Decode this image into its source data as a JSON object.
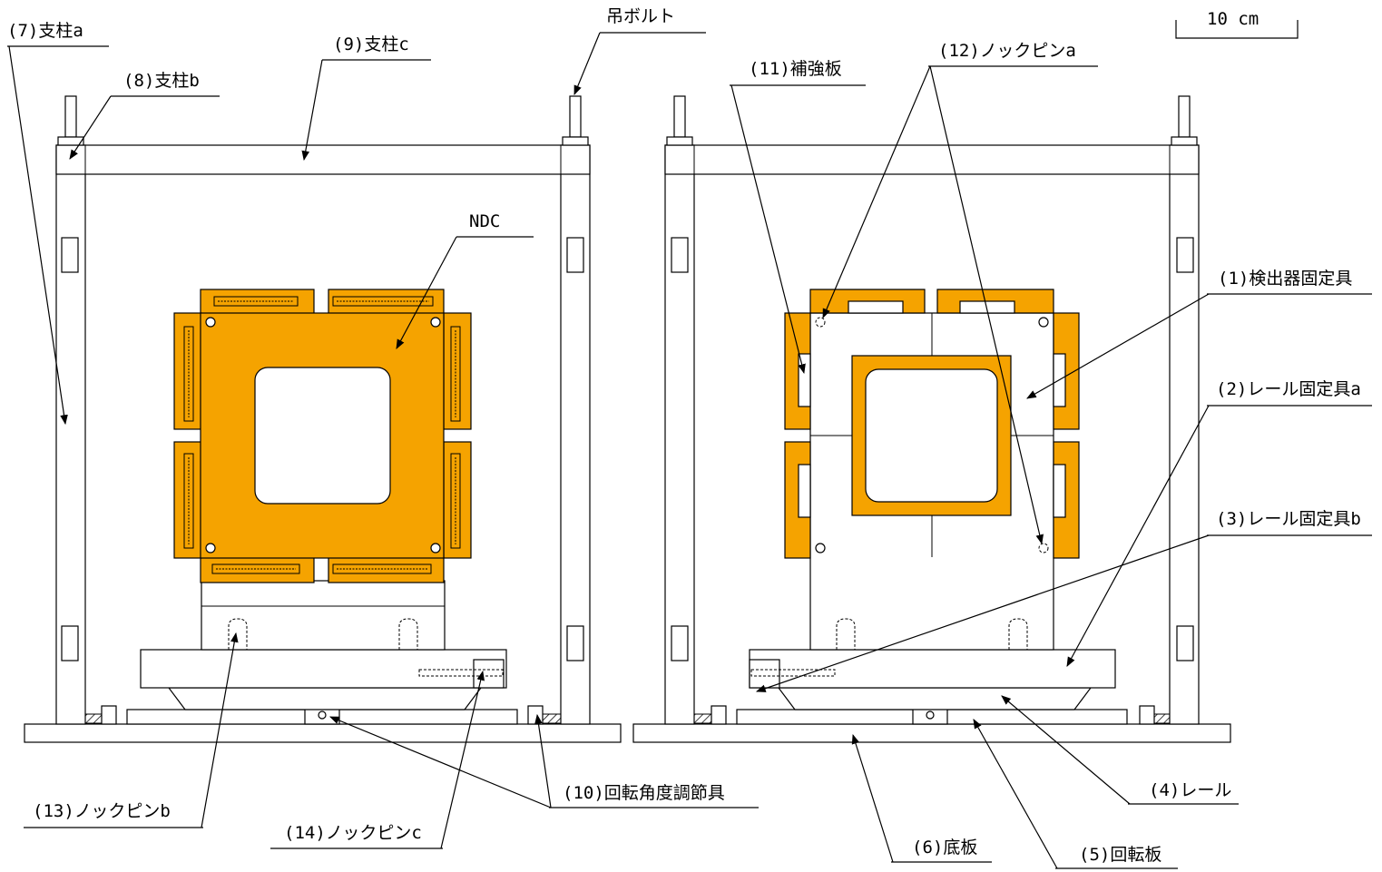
{
  "scale_label": "10 cm",
  "labels": {
    "post_a": "(7)支柱a",
    "post_b": "(8)支柱b",
    "post_c": "(9)支柱c",
    "hanging_bolt": "吊ボルト",
    "ndc": "NDC",
    "reinforcement": "(11)補強板",
    "knock_pin_a": "(12)ノックピンa",
    "detector_fixture": "(1)検出器固定具",
    "rail_fixture_a": "(2)レール固定具a",
    "rail_fixture_b": "(3)レール固定具b",
    "rail": "(4)レール",
    "rotation_plate": "(5)回転板",
    "base_plate": "(6)底板",
    "angle_adjuster": "(10)回転角度調節具",
    "knock_pin_b": "(13)ノックピンb",
    "knock_pin_c": "(14)ノックピンc"
  },
  "colors": {
    "detector_orange": "#f5a300",
    "line": "#000000",
    "background": "#ffffff"
  }
}
